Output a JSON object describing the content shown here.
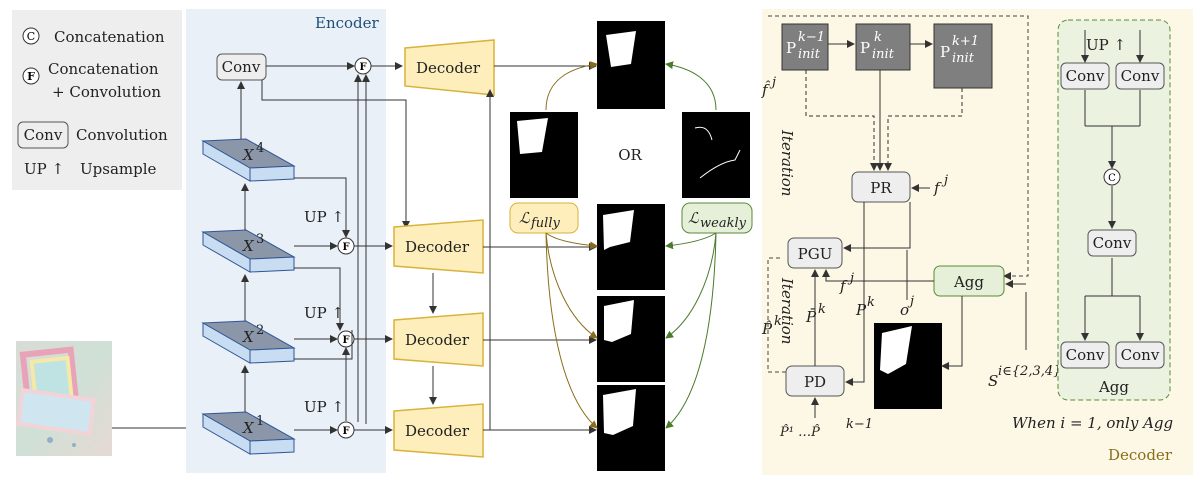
{
  "legend": {
    "c_symbol": "C",
    "c_label": "Concatenation",
    "f_symbol": "F",
    "f_label_1": "Concatenation",
    "f_label_2": "+ Convolution",
    "conv_box": "Conv",
    "conv_label": "Convolution",
    "up_symbol": "UP ↑",
    "up_label": "Upsample"
  },
  "encoder": {
    "title": "Encoder",
    "conv": "Conv",
    "features": [
      "X",
      "X",
      "X",
      "X"
    ],
    "feature_sups": [
      "4",
      "3",
      "2",
      "1"
    ],
    "up_label": "UP ↑",
    "f_symbol": "F"
  },
  "decoders": [
    "Decoder",
    "Decoder",
    "Decoder",
    "Decoder"
  ],
  "middle": {
    "or": "OR",
    "loss_fully": "ℒ",
    "loss_fully_sub": "fully",
    "loss_weakly": "ℒ",
    "loss_weakly_sub": "weakly"
  },
  "decoder_detail": {
    "title": "Decoder",
    "p_init": [
      "P",
      "P",
      "P"
    ],
    "p_init_sub": "init",
    "p_init_sups": [
      "k−1",
      "k",
      "k+1"
    ],
    "f_hat": "f̂",
    "f_hat_sup": "j",
    "iteration_1": "Iteration",
    "iteration_2": "Iteration",
    "pr": "PR",
    "pgu": "PGU",
    "agg": "Agg",
    "pd": "PD",
    "f_j": "f",
    "f_j_sup": "j",
    "f_j2": "f",
    "f_j2_sup": "j",
    "p_k": "P",
    "p_k_sup": "k",
    "o_j": "o",
    "o_j_sup": "j",
    "p_hat_k": "P̂",
    "p_hat_k_sup": "k",
    "p_bar_k": "P̄",
    "p_bar_k_sup": "k",
    "p_hat_seq": "P̂¹ …P̂",
    "p_hat_seq_sup": "k−1",
    "s_label": "S",
    "s_sup": "i∈{2,3,4}"
  },
  "agg_detail": {
    "up": "UP ↑",
    "conv": [
      "Conv",
      "Conv",
      "Conv",
      "Conv",
      "Conv"
    ],
    "c_symbol": "C",
    "title": "Agg",
    "note": "When i = 1, only Agg"
  },
  "colors": {
    "encoder_bg": "#eaf0f8",
    "decoder_fill": "#fdeebb",
    "decoder_stroke": "#d9b23a",
    "detail_bg": "#fdf8e6",
    "agg_bg": "#ebf2e0",
    "green_stroke": "#5a8a3a",
    "feature_top": "#8b97a8",
    "feature_side": "#c9ddf2"
  }
}
